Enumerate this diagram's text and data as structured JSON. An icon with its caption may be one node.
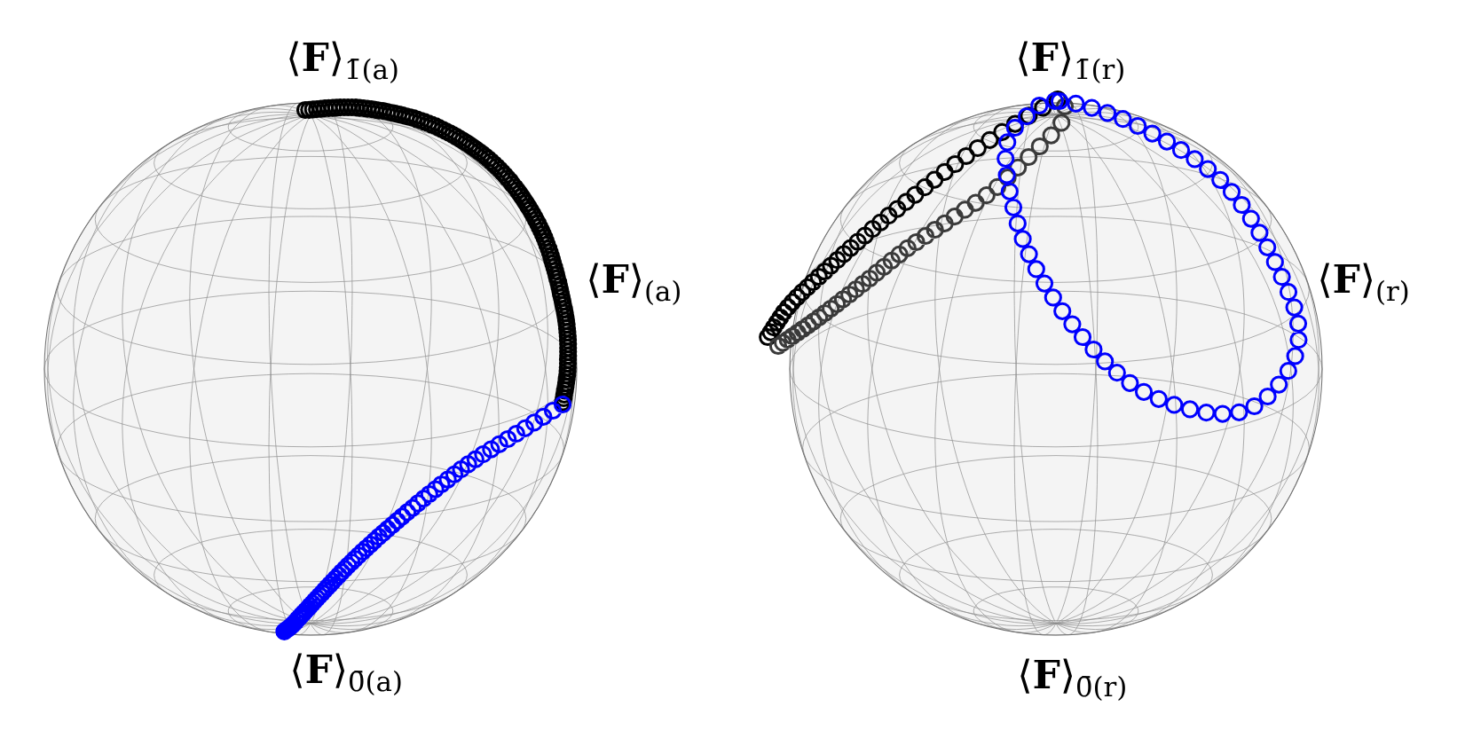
{
  "diagram": {
    "labels": [
      "⟨**F**⟩$_{1̄(a)}$",
      "⟨**F**⟩$_{(a)}$",
      "⟨**F**⟩$_{0̄(a)}$",
      "⟨**F**⟩$_{1̄(r)}$",
      "⟨**F**⟩$_{(r)}$",
      "⟨**F**⟩$_{0̄(r)}$"
    ]
  }
}
